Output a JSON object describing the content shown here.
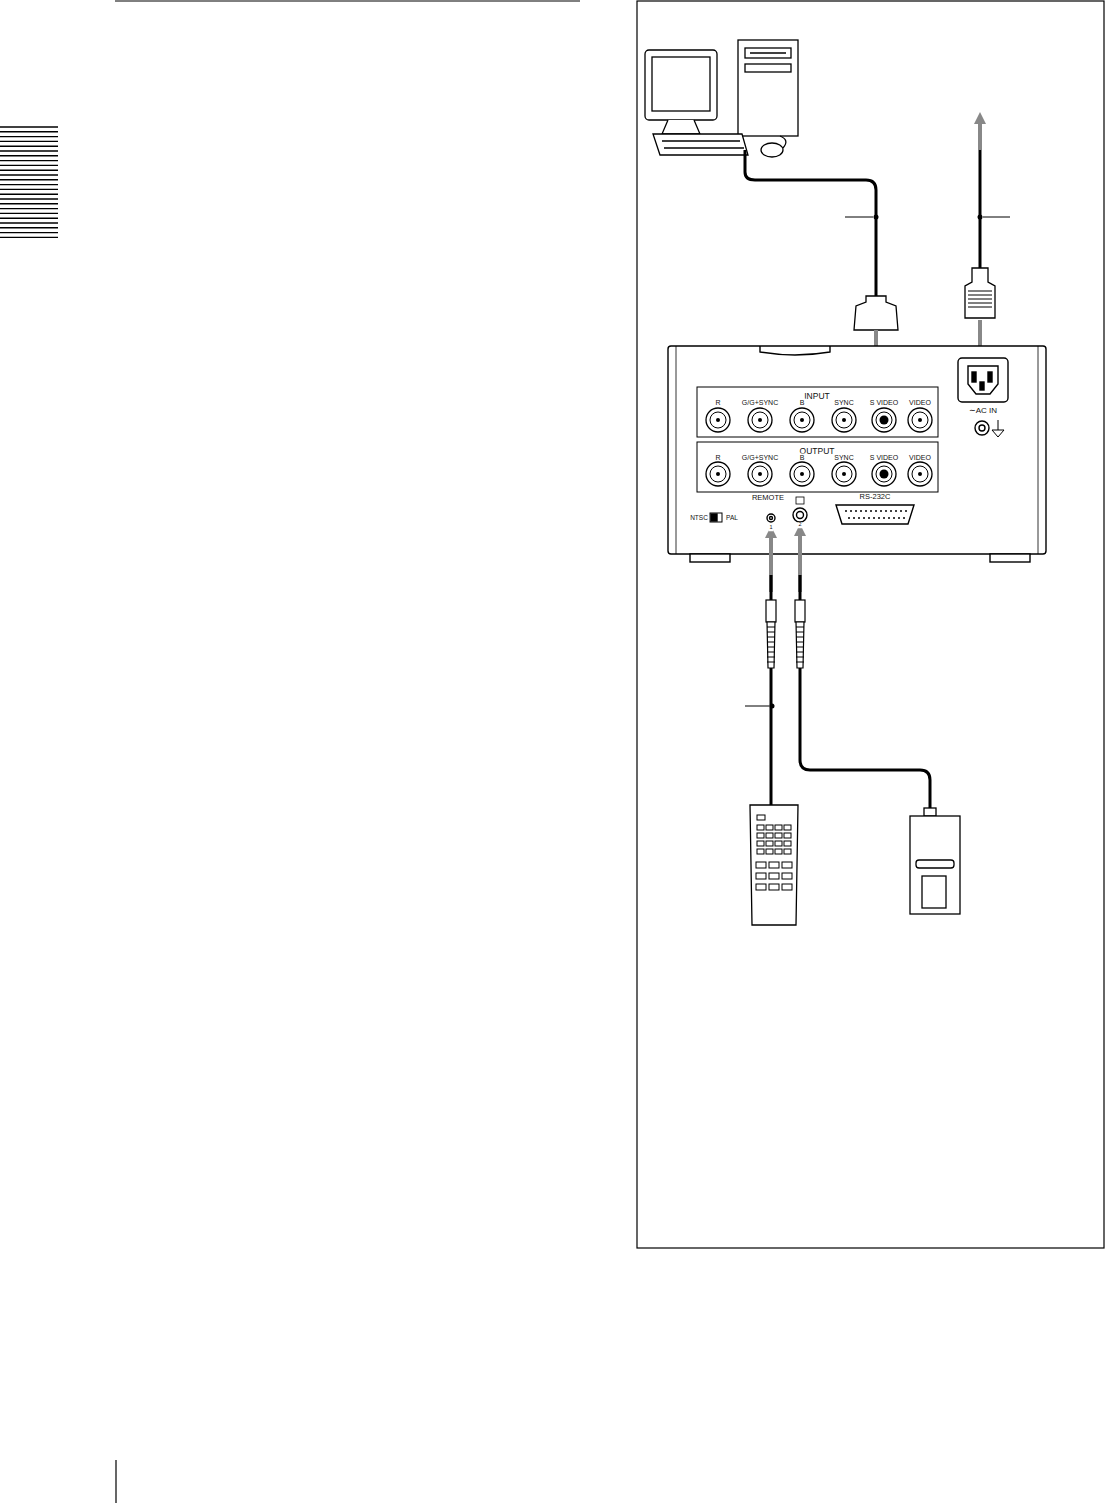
{
  "diagram": {
    "labels": [
      "INPUT",
      "R",
      "G/G+SYNC",
      "B",
      "SYNC",
      "S VIDEO",
      "VIDEO",
      "OUTPUT",
      "R",
      "G/G+SYNC",
      "B",
      "SYNC",
      "S VIDEO",
      "VIDEO",
      "∼AC IN",
      "REMOTE",
      "1",
      "2",
      "NTSC",
      "PAL",
      "RS-232C"
    ]
  }
}
